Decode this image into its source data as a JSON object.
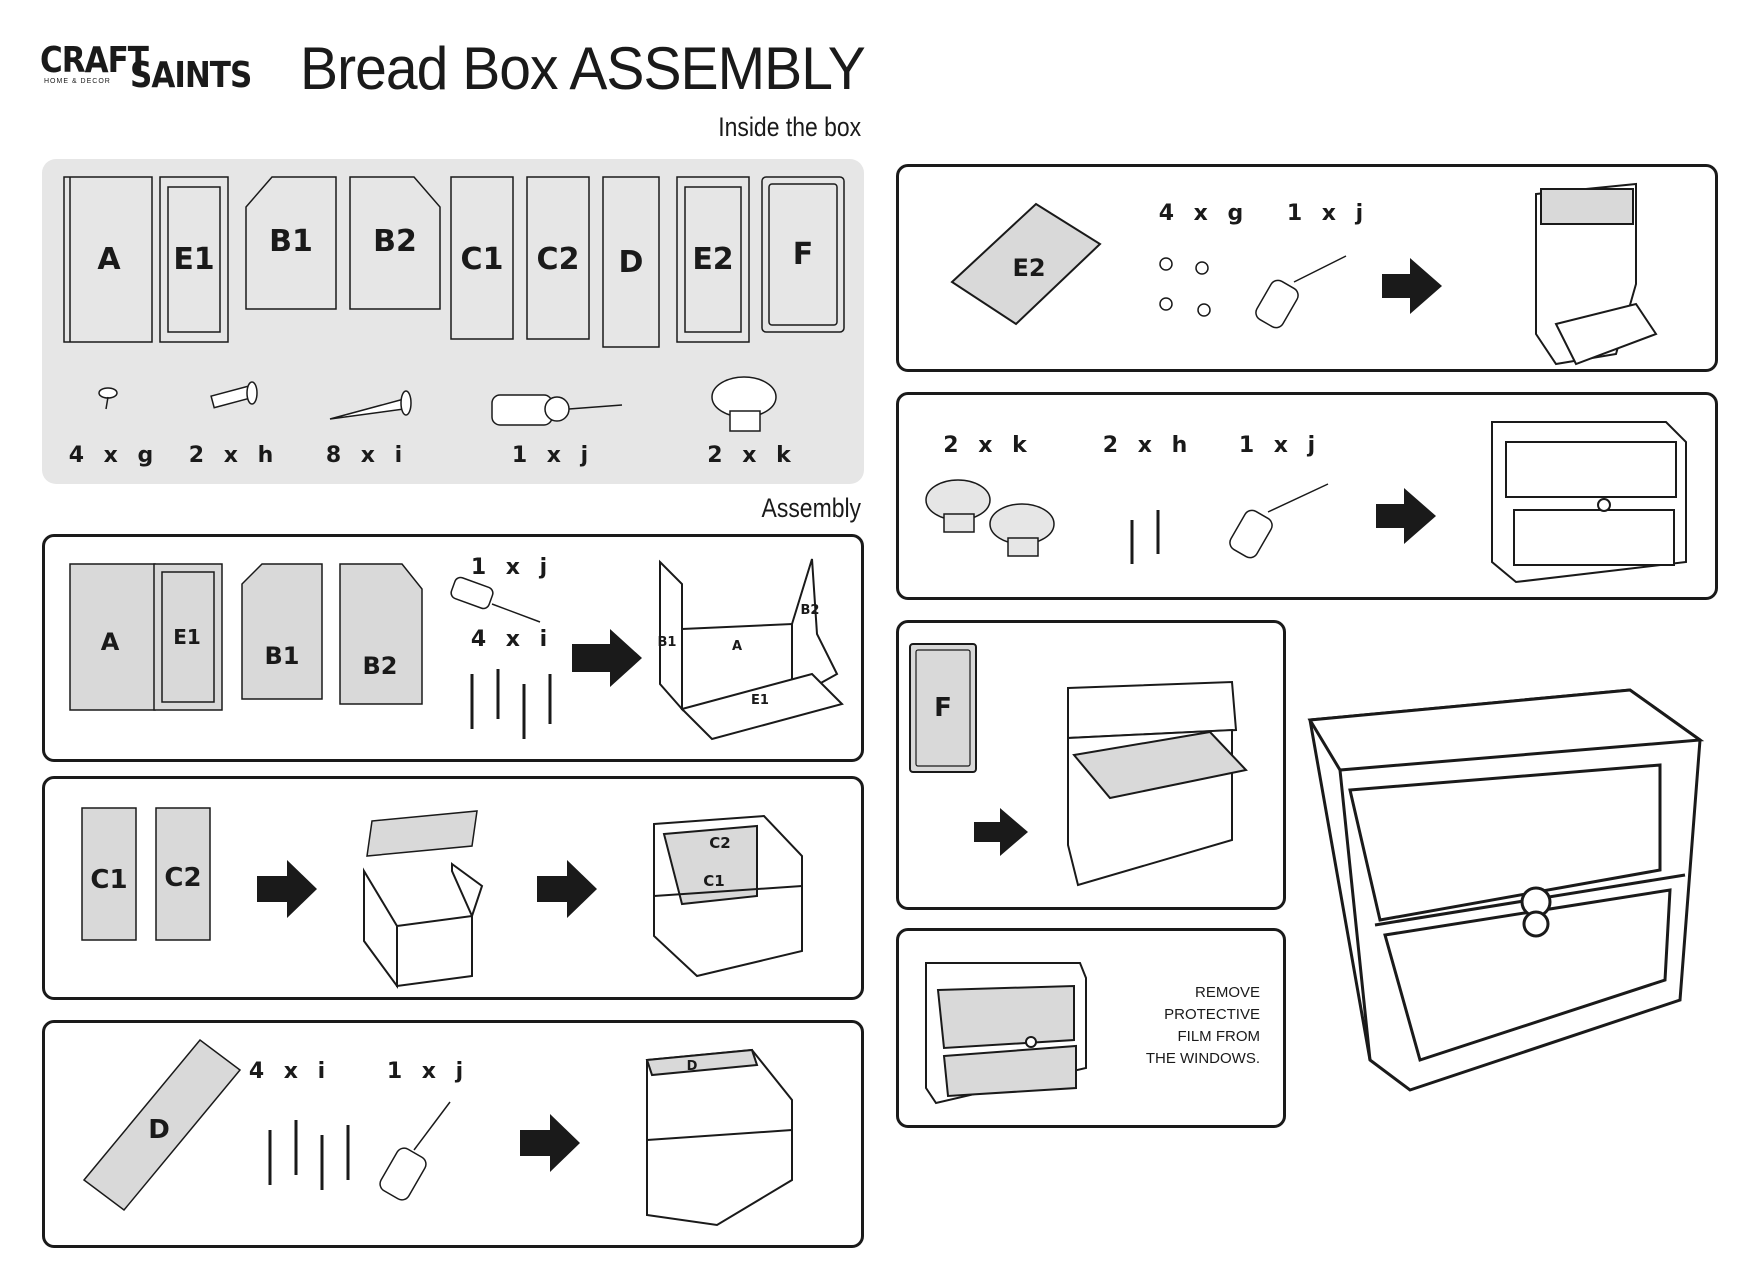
{
  "brand": {
    "word1": "CRAFT",
    "word2": "SAINTS",
    "tagline": "HOME & DECOR"
  },
  "title": "Bread Box ASSEMBLY",
  "sections": {
    "inside": "Inside the box",
    "assembly": "Assembly"
  },
  "parts": [
    "A",
    "E1",
    "B1",
    "B2",
    "C1",
    "C2",
    "D",
    "E2",
    "F"
  ],
  "hardware": [
    {
      "id": "g",
      "qty": "4 x g"
    },
    {
      "id": "h",
      "qty": "2 x h"
    },
    {
      "id": "i",
      "qty": "8 x i"
    },
    {
      "id": "j",
      "qty": "1 x j"
    },
    {
      "id": "k",
      "qty": "2 x k"
    }
  ],
  "steps": {
    "step1": {
      "parts": [
        "A",
        "E1",
        "B1",
        "B2"
      ],
      "qty1": "1 x j",
      "qty2": "4 x i",
      "result_labels": [
        "B1",
        "A",
        "B2",
        "E1"
      ]
    },
    "step2": {
      "parts": [
        "C1",
        "C2"
      ],
      "result_labels": [
        "C2",
        "C1"
      ]
    },
    "step3": {
      "parts": [
        "D"
      ],
      "qty1": "4 x i",
      "qty2": "1 x j",
      "result_labels": [
        "D"
      ]
    },
    "step4": {
      "parts": [
        "E2"
      ],
      "qty1": "4 x g",
      "qty2": "1 x j"
    },
    "step5": {
      "qty1": "2 x k",
      "qty2": "2 x h",
      "qty3": "1 x j"
    },
    "step6": {
      "parts": [
        "F"
      ]
    },
    "step7": {
      "note": [
        "REMOVE",
        "PROTECTIVE",
        "FILM FROM",
        "THE WINDOWS."
      ]
    }
  }
}
